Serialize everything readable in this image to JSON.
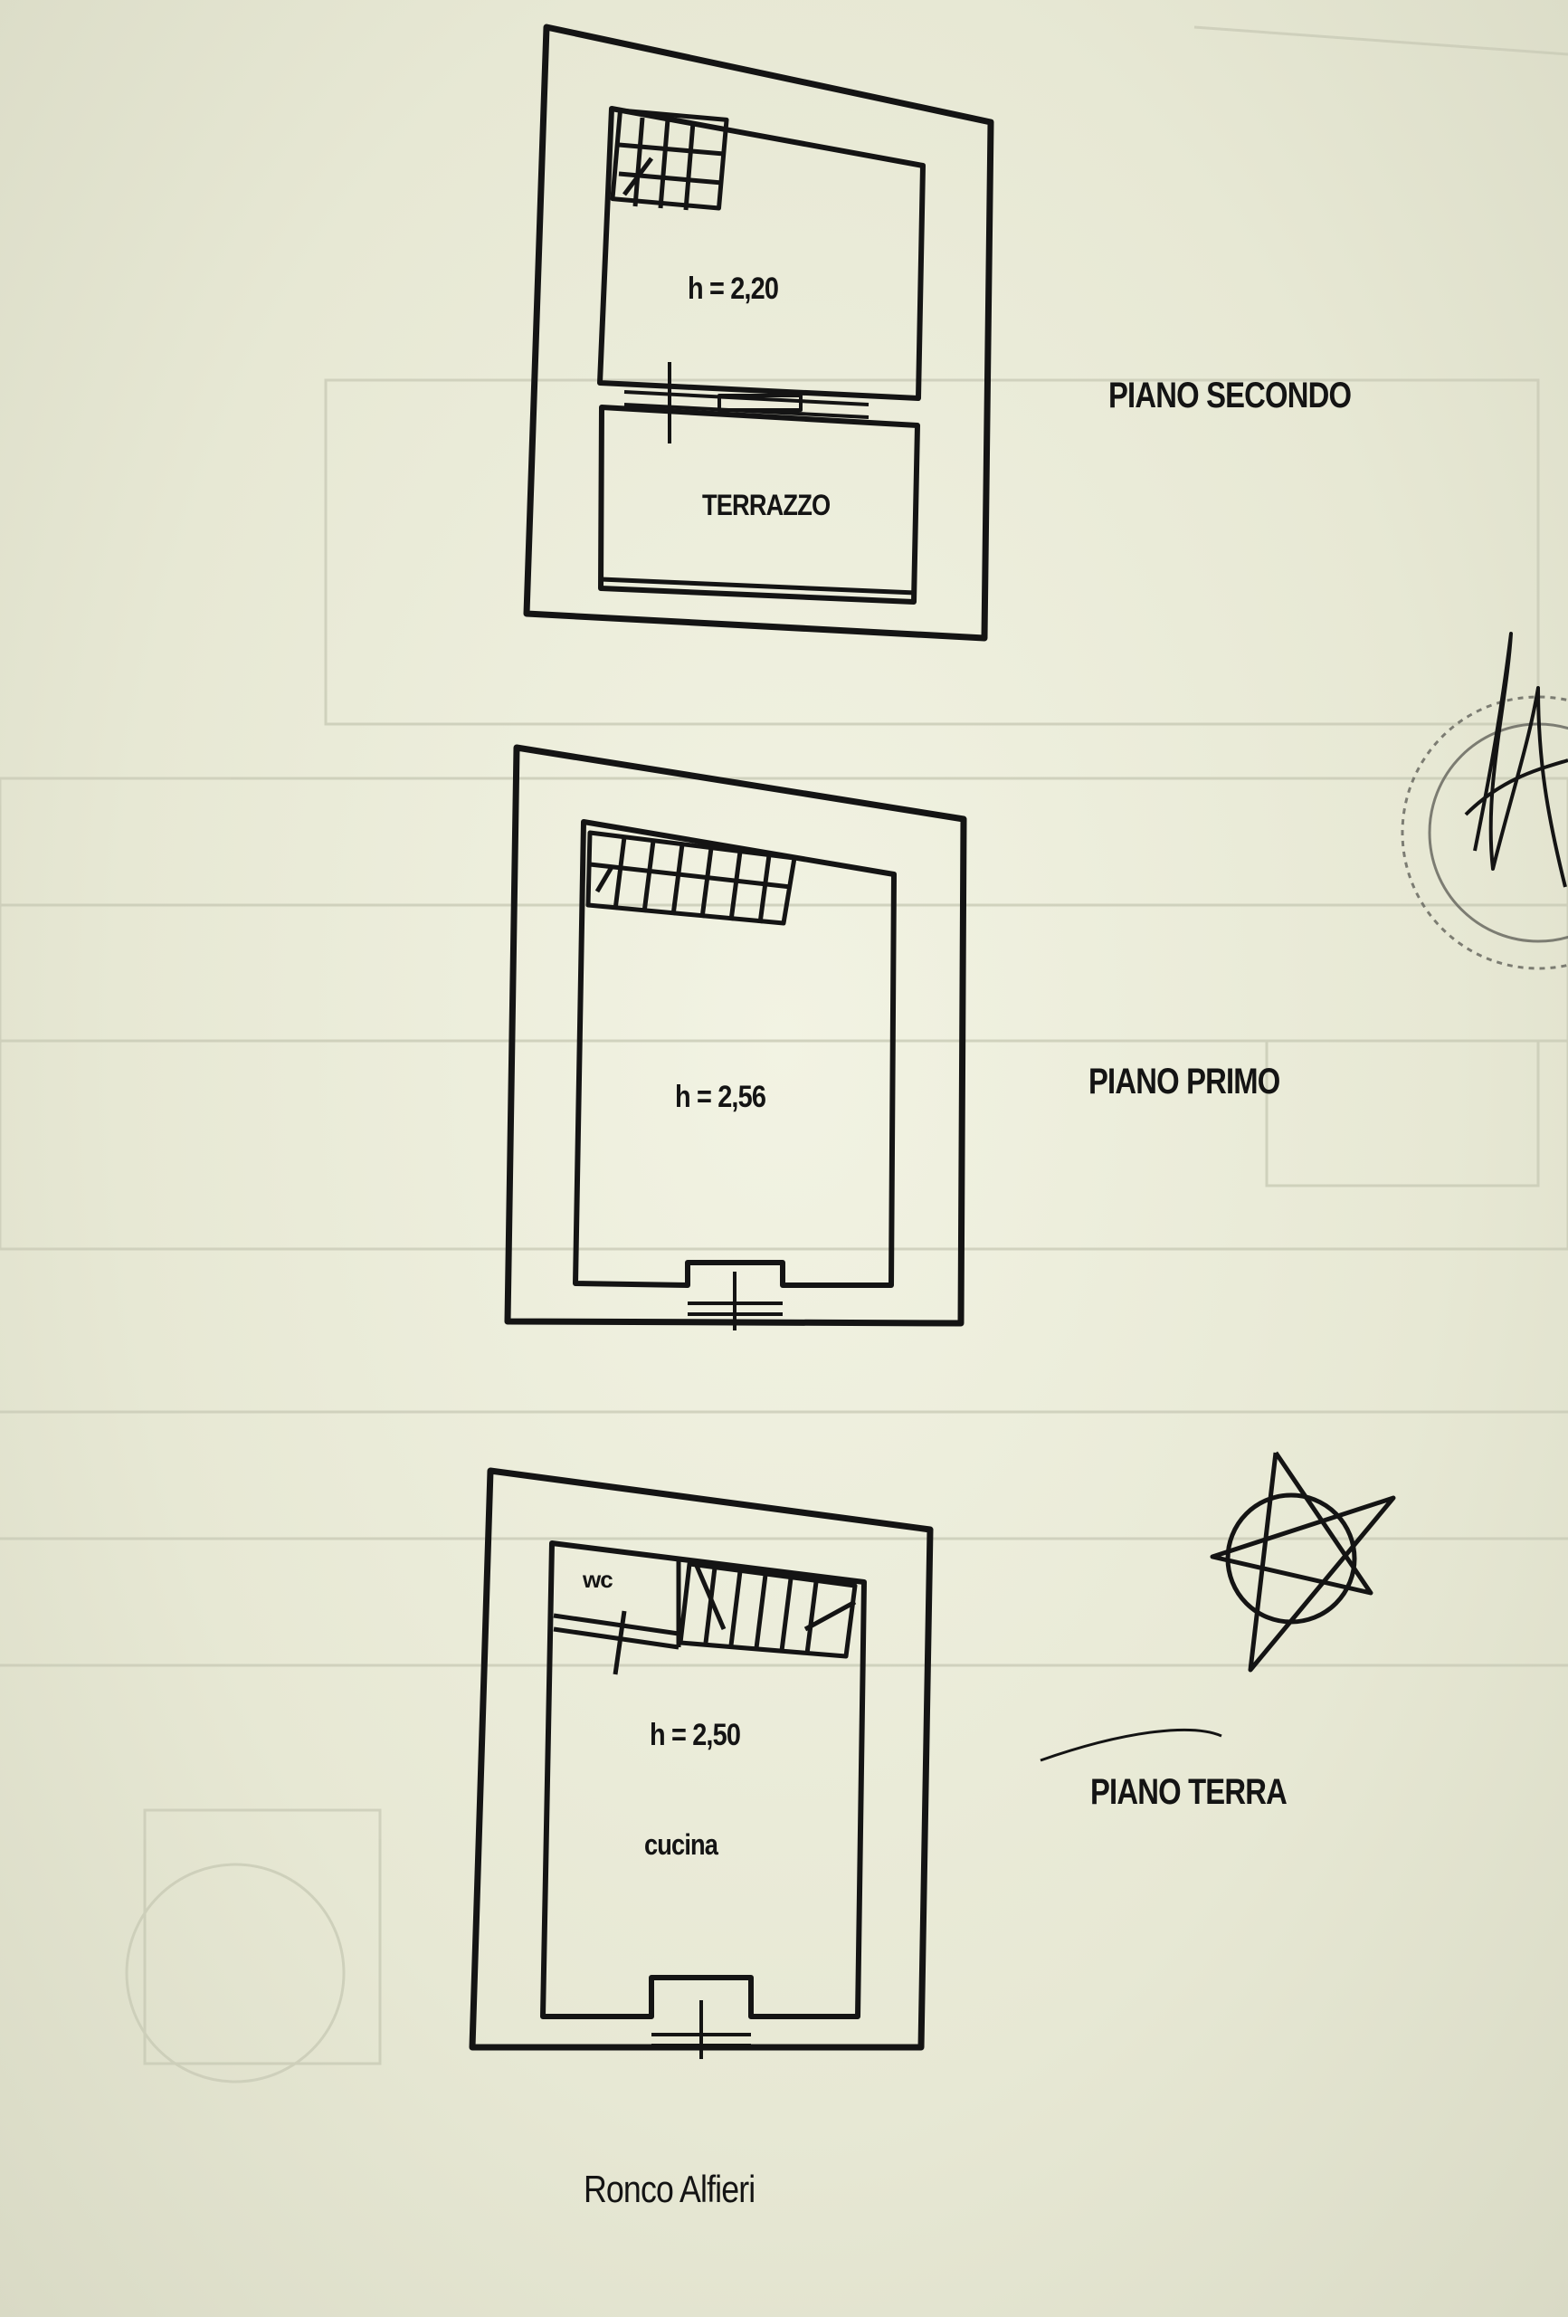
{
  "floors": {
    "second": {
      "title": "PIANO SECONDO",
      "height_label": "h = 2,20",
      "terrace_label": "TERRAZZO"
    },
    "first": {
      "title": "PIANO PRIMO",
      "height_label": "h = 2,56"
    },
    "ground": {
      "title": "PIANO TERRA",
      "height_label": "h = 2,50",
      "room_label": "cucina",
      "wc_label": "wc"
    }
  },
  "street_label": "Ronco Alfieri",
  "colors": {
    "ink": "#141414",
    "paper": "#eceddb",
    "faded_print": "#c9cbb6"
  }
}
